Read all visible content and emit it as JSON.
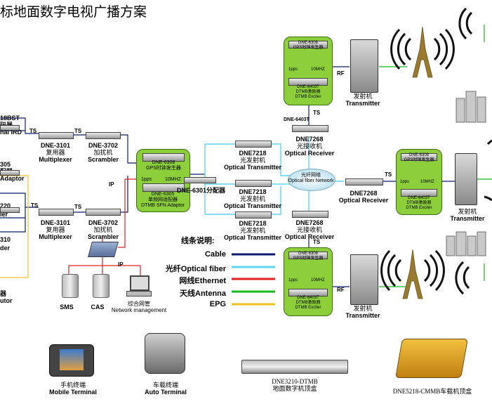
{
  "title": "标地面数字电视广播方案",
  "left_clipped": [
    "18BST",
    "码器",
    "nal IRD",
    "305",
    "配器",
    "Adaptor",
    "220",
    "ler",
    "310",
    "der",
    "器",
    "utor"
  ],
  "mux1": {
    "model": "DNE-3101",
    "cn": "复用器",
    "en": "Multiplexer"
  },
  "mux2": {
    "model": "DNE-3101",
    "cn": "复用器",
    "en": "Multiplexer"
  },
  "scr1": {
    "model": "DNE-3702",
    "cn": "加扰机",
    "en": "Scrambler"
  },
  "scr2": {
    "model": "DNE-3702",
    "cn": "加扰机",
    "en": "Scrambler"
  },
  "sfn": {
    "gps_model": "DNE-6308",
    "gps_cn": "GPS时钟发生器",
    "sig1": "1pps",
    "sig2": "10MHZ",
    "adaptor_model": "DNE-6305",
    "adaptor_cn": "单频网适配器",
    "adaptor_en": "DTMB SFN Adaptor"
  },
  "splitter": "DNE-6301分配器",
  "ot1": {
    "model": "DNE7218",
    "cn": "光发射机",
    "en": "Optical Transmitter"
  },
  "ot2": {
    "model": "DNE7218",
    "cn": "光发射机",
    "en": "Optical Transmitter"
  },
  "ot3": {
    "model": "DNE7218",
    "cn": "光发射机",
    "en": "Optical Transmitter"
  },
  "network": {
    "cn": "光纤网络",
    "en": "Optical fiber Network"
  },
  "or_top": {
    "model": "DNE7268",
    "cn": "光接收机",
    "en": "Optical Receiver"
  },
  "or_mid": {
    "model": "DNE7268",
    "en": "Optical Receiver"
  },
  "or_bot": {
    "model": "DNE7268",
    "cn": "光接收机",
    "en": "Optical Receiver"
  },
  "exciter_top": {
    "gps_model": "DNE-6308",
    "gps_cn": "GPS时钟发生器",
    "sig1": "1pps",
    "sig2": "10MHZ",
    "model": "DNE-6403T",
    "cn": "DTMB激励器",
    "en": "DTMB Exciter",
    "below": "DNE-6403T"
  },
  "exciter_mid": {
    "gps_model": "DNE-6308",
    "gps_cn": "GPS时钟发生器",
    "sig1": "1pps",
    "sig2": "10MHZ",
    "model": "DNE-6403T",
    "cn": "DTMB激励器",
    "en": "DTMB Exciter"
  },
  "exciter_bot": {
    "gps_model": "DNE-6308",
    "gps_cn": "GPS时钟发生器",
    "sig1": "1pps",
    "sig2": "10MHZ",
    "model": "DNE-6403T",
    "cn": "DTMB激励器",
    "en": "DTMB Exciter"
  },
  "tx_top": {
    "cn": "发射机",
    "en": "Transmitter"
  },
  "tx_mid": {
    "cn": "发射机",
    "en": "Transmitter"
  },
  "tx_bot": {
    "cn": "发射机",
    "en": "Transmitter"
  },
  "edges": {
    "ts": "TS",
    "rf": "RF",
    "ip": "IP"
  },
  "servers": {
    "sms": "SMS",
    "cas": "CAS",
    "nm_cn": "综合网管",
    "nm_en": "Network management"
  },
  "legend": {
    "title": "线条说明:",
    "items": [
      {
        "label": "Cable",
        "color": "#0a1a6e"
      },
      {
        "label": "光纤Optical fiber",
        "color": "#5fd4f0"
      },
      {
        "label": "网线Ethernet",
        "color": "#e02020"
      },
      {
        "label": "天线Antenna",
        "color": "#18b820"
      },
      {
        "label": "EPG",
        "color": "#f0c020"
      }
    ]
  },
  "terminals": [
    {
      "cn": "手机终端",
      "en": "Mobile Terminal"
    },
    {
      "cn": "车载终端",
      "en": "Auto Terminal"
    },
    {
      "cn": "DNE3210-DTMB",
      "en": "地面数字机顶盒"
    },
    {
      "cn": "DNE5218-CMMB车载机顶盒",
      "en": ""
    }
  ]
}
